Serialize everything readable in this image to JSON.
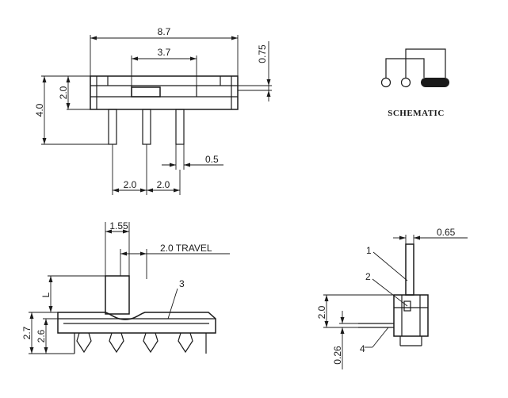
{
  "top_view": {
    "dim_overall_width": "8.7",
    "dim_slot_width": "3.7",
    "dim_overhang": "0.75",
    "dim_body_height": "2.0",
    "dim_total_height": "4.0",
    "dim_pin_width": "0.5",
    "dim_pitch_left": "2.0",
    "dim_pitch_right": "2.0"
  },
  "schematic": {
    "label": "SCHEMATIC"
  },
  "side_view": {
    "dim_lever_width": "1.55",
    "dim_travel": "2.0 TRAVEL",
    "label_L": "L",
    "dim_height_a": "2.7",
    "dim_height_b": "2.6",
    "callout_3": "3"
  },
  "end_view": {
    "dim_width": "0.65",
    "dim_height": "2.0",
    "dim_thickness": "0.26",
    "callout_1": "1",
    "callout_2": "2",
    "callout_4": "4"
  }
}
